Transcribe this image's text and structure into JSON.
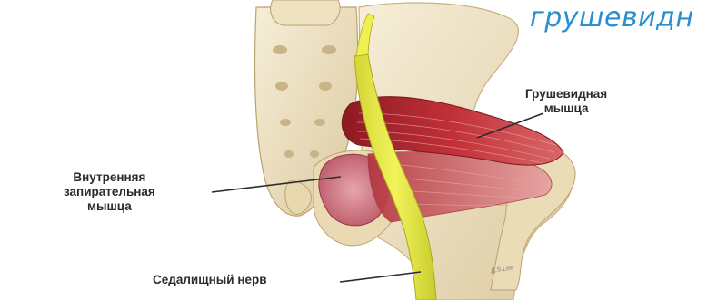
{
  "heading": "грушевидн",
  "labels": {
    "piriformis_line1": "Грушевидная",
    "piriformis_line2": "мышца",
    "obturator_line1": "Внутренняя",
    "obturator_line2": "запирательная",
    "obturator_line3": "мышца",
    "sciatic_nerve": "Седалищный нерв"
  },
  "signature": "Д.S.Lee",
  "colors": {
    "heading": "#2a8fd0",
    "bone": "#efe3c4",
    "muscle": "#b3242c",
    "nerve": "#e9ec4a",
    "obturator": "#d07a86",
    "label_text": "#2b2b2b"
  }
}
